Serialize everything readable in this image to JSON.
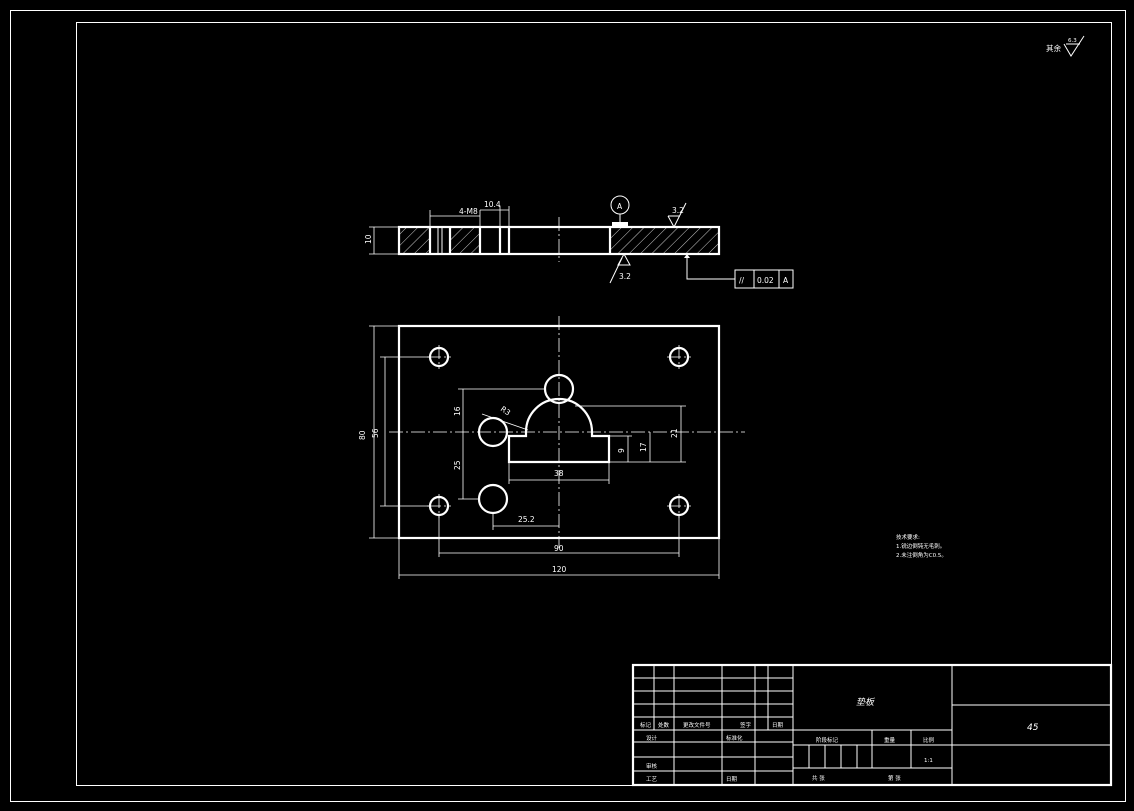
{
  "surface_finish": {
    "label": "其余",
    "value": "6.3"
  },
  "section_view": {
    "thickness": "10",
    "thread_callout": "4-M8",
    "hole_offset": "10.4",
    "datum": "A",
    "roughness_top": "3.2",
    "roughness_bottom": "3.2",
    "tolerance": {
      "symbol": "//",
      "value": "0.02",
      "datum": "A"
    }
  },
  "plan_view": {
    "height_outer": "80",
    "height_inner": "56",
    "dim_16": "16",
    "dim_25": "25",
    "radius": "R3",
    "slot_width": "38",
    "dim_9": "9",
    "dim_17": "17",
    "dim_21": "21",
    "dim_25_2": "25.2",
    "width_inner": "90",
    "width_outer": "120"
  },
  "tech_requirements": {
    "title": "技术要求:",
    "items": [
      "1.锐边倒钝无毛刺。",
      "2.未注倒角为C0.5。"
    ]
  },
  "title_block": {
    "part_name": "垫板",
    "material": "45",
    "row_labels": [
      "标记",
      "处数",
      "更改文件号",
      "签字",
      "日期"
    ],
    "designer": "设计",
    "standardize": "标准化",
    "review": "审核",
    "process": "工艺",
    "date": "日期",
    "stage": "阶段标记",
    "weight": "重量",
    "scale": "比例",
    "scale_value": "1:1",
    "sheet_total": "共  张",
    "sheet_no": "第  张"
  }
}
